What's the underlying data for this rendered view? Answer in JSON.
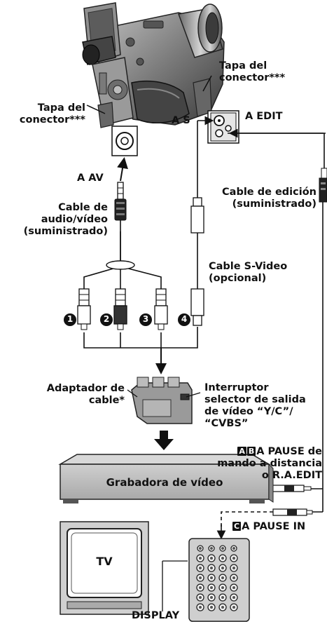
{
  "labels": {
    "tapa_right": "Tapa del\nconector***",
    "tapa_left": "Tapa del\nconector***",
    "a_edit": "A EDIT",
    "a_s": "A S",
    "a_av": "A AV",
    "cable_edicion": "Cable de edición\n(suministrado)",
    "cable_audio": "Cable de\naudio/vídeo\n(suministrado)",
    "cable_svideo": "Cable S-Video\n(opcional)",
    "num1": "1",
    "num2": "2",
    "num3": "3",
    "num4": "4",
    "adaptador": "Adaptador de\ncable*",
    "interruptor": "Interruptor\nselector de salida\nde vídeo “Y/C”/\n“CVBS”",
    "badge_a": "A",
    "badge_b": "B",
    "pause_remote_line1": "A PAUSE de",
    "pause_remote_rest": "mando a distancia\no R.A.EDIT",
    "grabadora": "Grabadora de vídeo",
    "badge_c": "C",
    "pause_in": "A PAUSE IN",
    "tv": "TV",
    "display": "DISPLAY"
  }
}
